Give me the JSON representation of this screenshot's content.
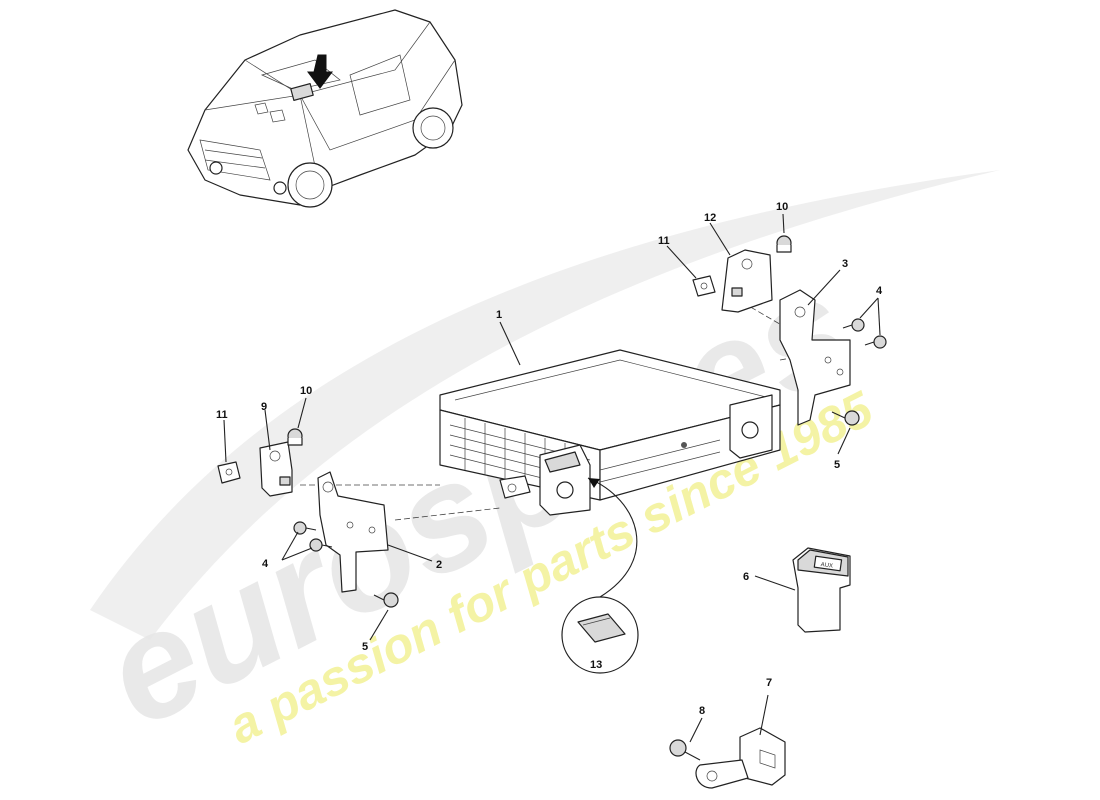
{
  "watermark": {
    "brand": "eurospares",
    "tagline": "a passion for parts since 1985",
    "brand_color": "#e6e6e6",
    "tagline_color": "#f3f29c"
  },
  "callouts": {
    "c1": "1",
    "c2": "2",
    "c3": "3",
    "c4_right": "4",
    "c4_left": "4",
    "c5_right": "5",
    "c5_left": "5",
    "c6": "6",
    "c7": "7",
    "c8": "8",
    "c9": "9",
    "c10_right": "10",
    "c10_left": "10",
    "c11_right": "11",
    "c11_left": "11",
    "c12": "12",
    "c13": "13"
  },
  "switch_label": "AUX"
}
